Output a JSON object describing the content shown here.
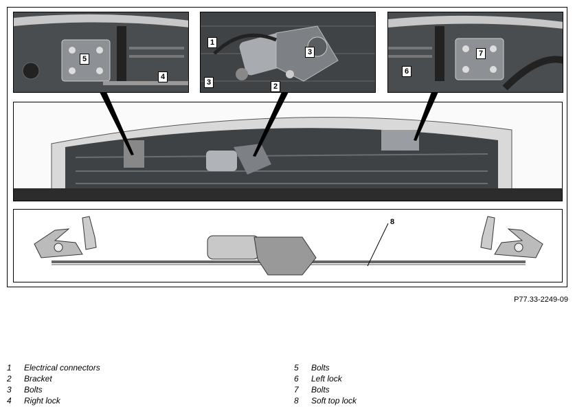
{
  "figure_ref": "P77.33-2249-09",
  "callouts": {
    "left_panel": [
      "5",
      "4"
    ],
    "center_panel": [
      "1",
      "3",
      "3",
      "2"
    ],
    "right_panel": [
      "7",
      "6"
    ],
    "bottom_panel": [
      "8"
    ]
  },
  "legend": [
    {
      "num": "1",
      "label": "Electrical connectors"
    },
    {
      "num": "2",
      "label": "Bracket"
    },
    {
      "num": "3",
      "label": "Bolts"
    },
    {
      "num": "4",
      "label": "Right lock"
    },
    {
      "num": "5",
      "label": "Bolts"
    },
    {
      "num": "6",
      "label": "Left lock"
    },
    {
      "num": "7",
      "label": "Bolts"
    },
    {
      "num": "8",
      "label": "Soft top lock"
    }
  ]
}
